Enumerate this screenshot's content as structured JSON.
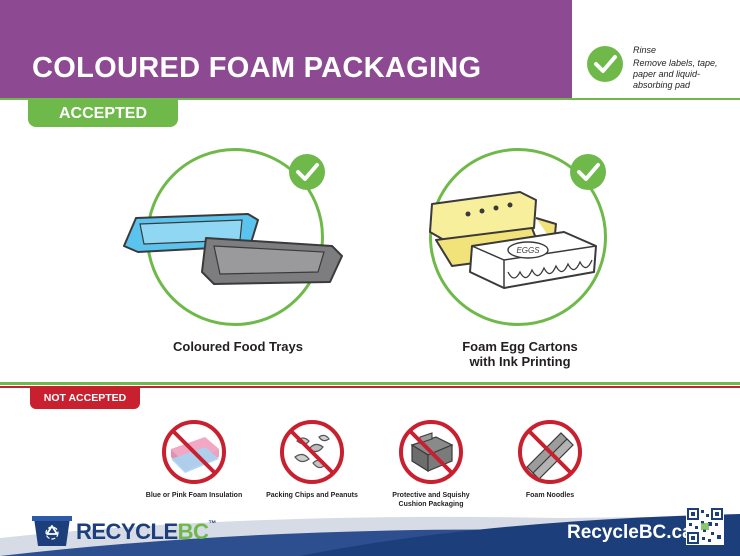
{
  "header": {
    "title": "COLOURED FOAM PACKAGING"
  },
  "rinse": {
    "heading": "Rinse",
    "note": "Remove labels, tape, paper and liquid-absorbing pad"
  },
  "accepted": {
    "label": "ACCEPTED",
    "items": [
      {
        "caption": "Coloured Food Trays"
      },
      {
        "caption_line1": "Foam Egg Cartons",
        "caption_line2": "with Ink Printing",
        "carton_label": "EGGS"
      }
    ]
  },
  "not_accepted": {
    "label": "NOT ACCEPTED",
    "items": [
      {
        "caption": "Blue or Pink Foam Insulation"
      },
      {
        "caption": "Packing Chips and Peanuts"
      },
      {
        "caption_line1": "Protective and Squishy",
        "caption_line2": "Cushion Packaging"
      },
      {
        "caption": "Foam Noodles"
      }
    ]
  },
  "footer": {
    "logo_recycle": "RECYCLE",
    "logo_bc": "BC",
    "logo_tm": "™",
    "url": "RecycleBC.ca"
  },
  "colors": {
    "purple": "#8d4a92",
    "green": "#6fb94a",
    "red": "#c8202f",
    "navy": "#1c3f7c",
    "footer_blue": "#2d4f8f"
  },
  "icons": [
    "checkmark-icon",
    "prohibited-icon",
    "recycling-bin-icon",
    "qr-code-icon"
  ]
}
